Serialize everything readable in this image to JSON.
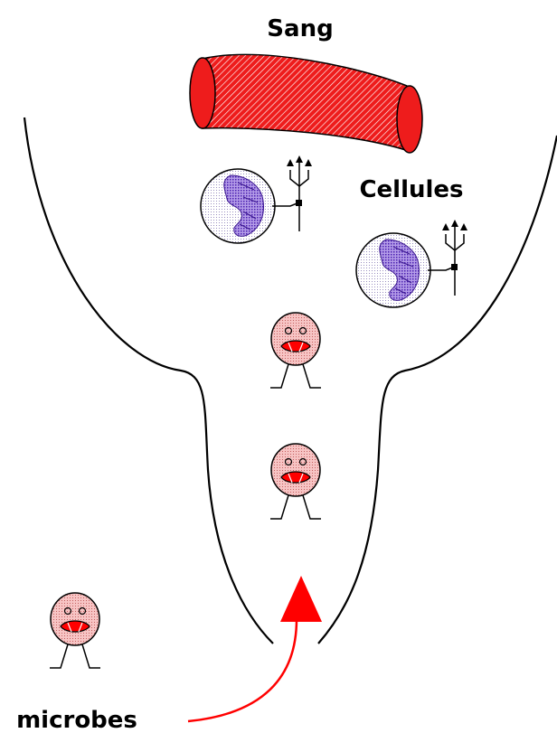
{
  "labels": {
    "blood": "Sang",
    "cells": "Cellules",
    "microbes": "microbes"
  },
  "colors": {
    "blood_vessel": "#ee1c1c",
    "arrow": "#ff0000",
    "microbe_body": "#f4b8b8",
    "cell_nucleus": "#6a3dc8",
    "outline": "#000000"
  },
  "icons": {
    "blood_vessel": "blood-vessel-icon",
    "immune_cell": "immune-cell-icon",
    "microbe": "microbe-icon",
    "arrow": "curved-arrow-icon"
  }
}
